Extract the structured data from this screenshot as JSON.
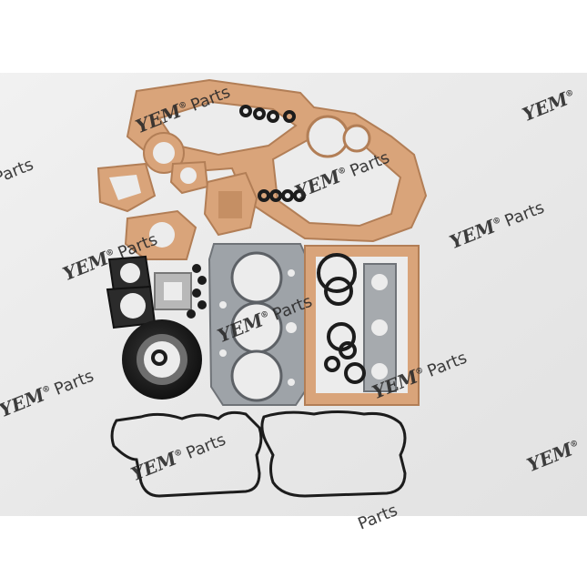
{
  "photo": {
    "subject": "engine gasket kit",
    "colors": {
      "backdrop": "#ececec",
      "gasket_tan": "#d9a47a",
      "gasket_edge": "#b27e56",
      "steel": "#9ea3a8",
      "rubber": "#1c1c1c"
    }
  },
  "watermark": {
    "brand": "YEM",
    "reg": "®",
    "word": "Parts"
  }
}
